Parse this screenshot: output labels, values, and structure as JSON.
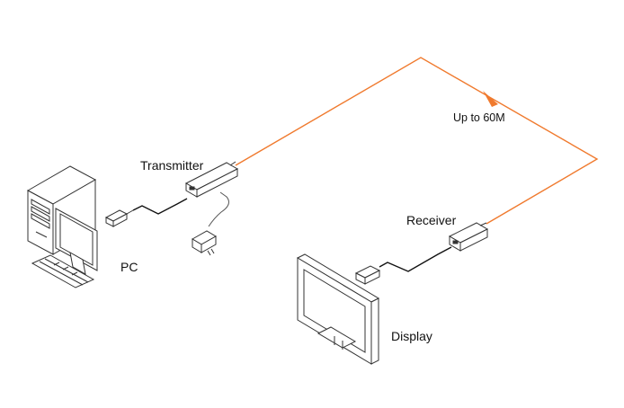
{
  "labels": {
    "transmitter": "Transmitter",
    "range": "Up to 60M",
    "receiver": "Receiver",
    "pc": "PC",
    "display": "Display"
  },
  "colors": {
    "fiber": "#F07A2E",
    "cable": "#111111",
    "outline": "#333333",
    "device_fill": "#ffffff",
    "text": "#111111"
  },
  "icons": [
    "pc-tower-icon",
    "monitor-icon",
    "keyboard-icon",
    "hdmi-plug-icon",
    "power-adapter-icon",
    "transmitter-icon",
    "receiver-icon"
  ]
}
